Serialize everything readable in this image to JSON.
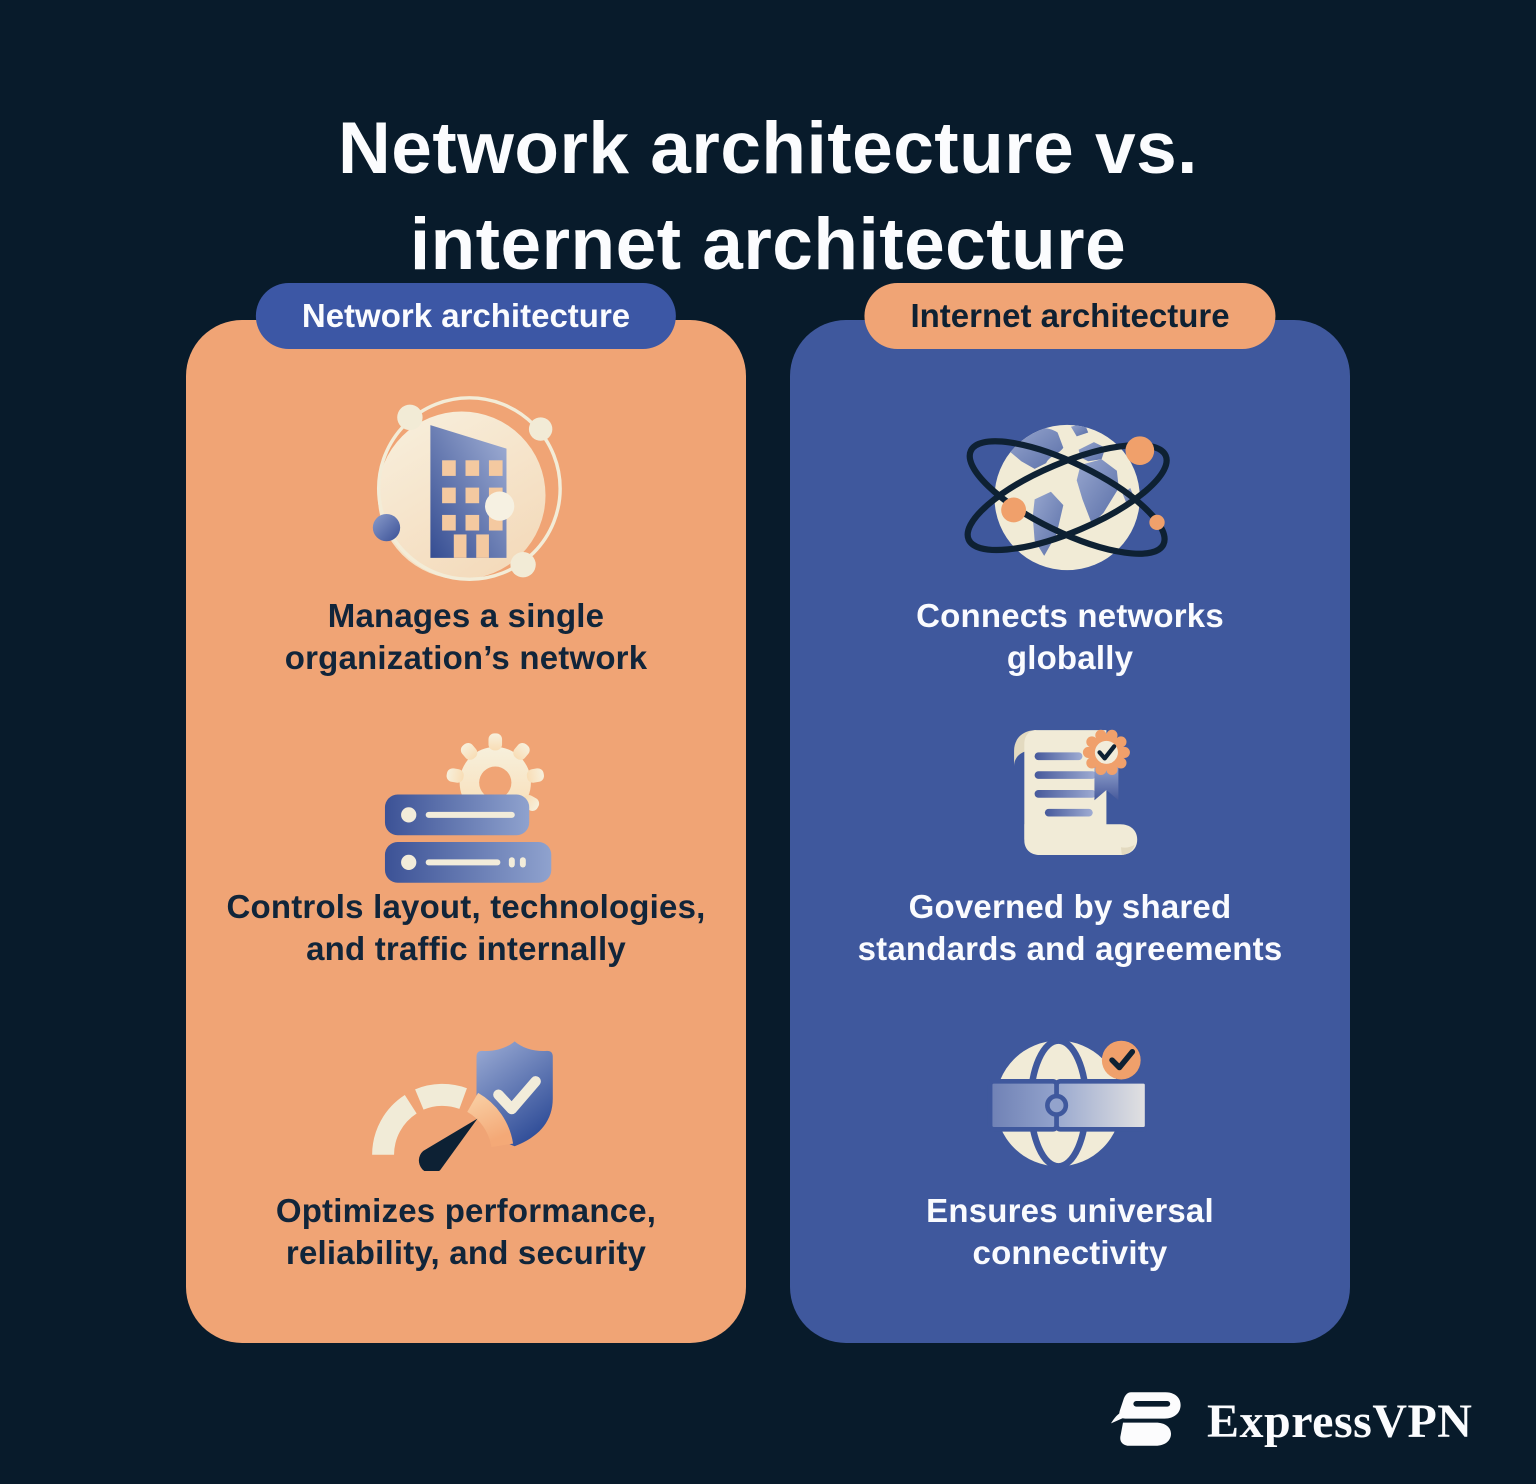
{
  "title": {
    "lines": [
      "Network architecture vs.",
      "internet architecture"
    ]
  },
  "columns": [
    {
      "header": "Network architecture",
      "items": [
        {
          "icon": "building-network-icon",
          "lines": [
            "Manages a single",
            "organization’s network"
          ]
        },
        {
          "icon": "server-gear-icon",
          "lines": [
            "Controls layout, technologies,",
            "and traffic internally"
          ]
        },
        {
          "icon": "gauge-shield-icon",
          "lines": [
            "Optimizes performance,",
            "reliability, and security"
          ]
        }
      ]
    },
    {
      "header": "Internet architecture",
      "items": [
        {
          "icon": "globe-orbits-icon",
          "lines": [
            "Connects networks",
            "globally"
          ]
        },
        {
          "icon": "certificate-scroll-icon",
          "lines": [
            "Governed by shared",
            "standards and agreements"
          ]
        },
        {
          "icon": "globe-puzzle-icon",
          "lines": [
            "Ensures universal",
            "connectivity"
          ]
        }
      ]
    }
  ],
  "footer": {
    "brand": "ExpressVPN"
  },
  "colors": {
    "background": "#081B2B",
    "orange": "#F0A475",
    "blue": "#3F589D",
    "pill_blue": "#3C57A5",
    "cream": "#F1EBD7",
    "accent_orange": "#F0A06B",
    "text_dark": "#0E2133",
    "text_light": "#FBFCFE"
  }
}
